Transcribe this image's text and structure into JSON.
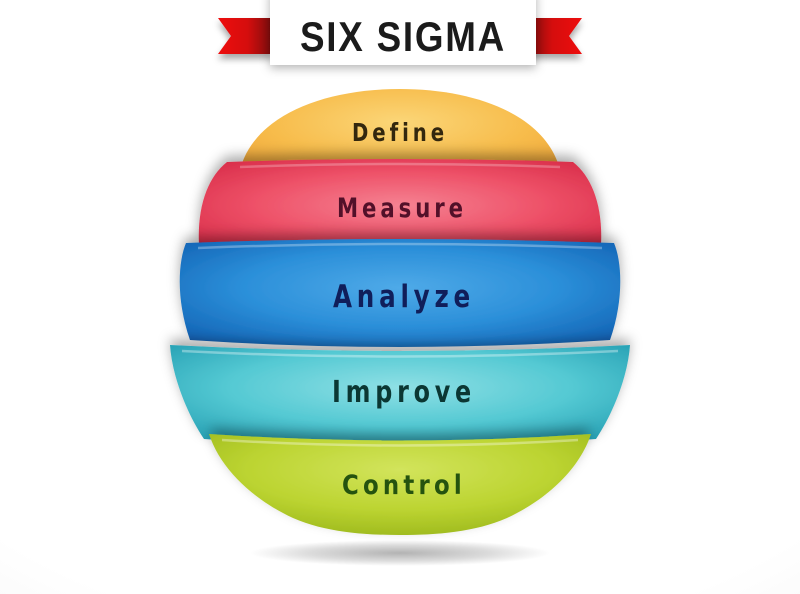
{
  "header": {
    "title": "SIX SIGMA",
    "title_color": "#1b1b1b",
    "banner_color": "#ffffff",
    "ribbon": {
      "bright": "#ee1010",
      "mid": "#d50f0f",
      "dark": "#7c0606"
    }
  },
  "bands": [
    {
      "id": "define",
      "label": "Define",
      "color_light": "#fbd678",
      "color_mid": "#f7bc4b",
      "color_dark": "#ec9f35",
      "text_color": "#33270e"
    },
    {
      "id": "measure",
      "label": "Measure",
      "color_light": "#f58292",
      "color_mid": "#ee5168",
      "color_dark": "#d62845",
      "text_color": "#521029"
    },
    {
      "id": "analyze",
      "label": "Analyze",
      "color_light": "#4faae8",
      "color_mid": "#2b8fd9",
      "color_dark": "#1160b2",
      "text_color": "#101e5a"
    },
    {
      "id": "improve",
      "label": "Improve",
      "color_light": "#8fe0e5",
      "color_mid": "#54c9d3",
      "color_dark": "#1f9aaf",
      "text_color": "#0b3733"
    },
    {
      "id": "control",
      "label": "Control",
      "color_light": "#d2e45c",
      "color_mid": "#bcd431",
      "color_dark": "#95b218",
      "text_color": "#25530f"
    }
  ],
  "background": {
    "center": "#ffffff",
    "edge": "#e4e4e4"
  },
  "effects": {
    "joint_shadow": "#000000",
    "ground_shadow": "#000000"
  }
}
